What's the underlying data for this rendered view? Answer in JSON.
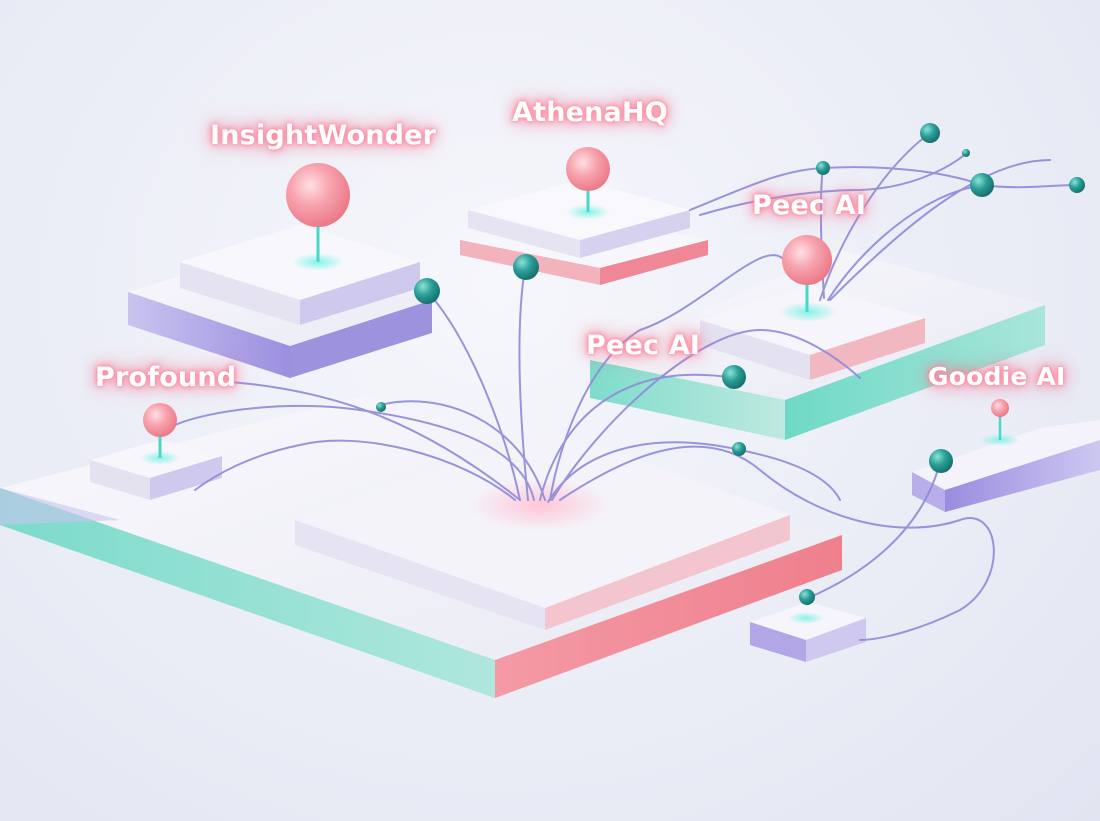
{
  "labels": {
    "insightwonder": "InsightWonder",
    "athenahq": "AthenaHQ",
    "peec_ai_top": "Peec AI",
    "peec_ai_center": "Peec AI",
    "profound": "Profound",
    "goodie_ai": "Goodie AI"
  },
  "colors": {
    "background": "#eceef6",
    "platform_top": "#f1f1f8",
    "platform_teal": "#4fd0b9",
    "platform_violet": "#8e7fd6",
    "platform_coral": "#f07f8f",
    "pin_pink": "#f58a9a",
    "node_teal": "#1f8f8a",
    "wire": "#8c89d8",
    "label_glow": "#ff7f97"
  }
}
